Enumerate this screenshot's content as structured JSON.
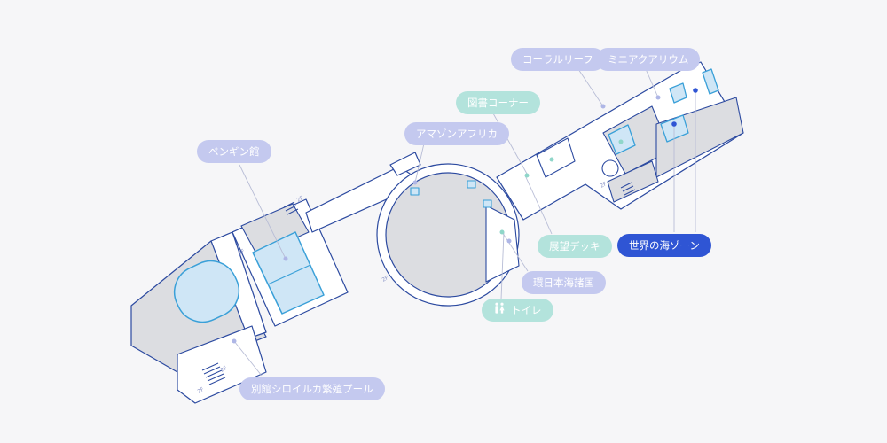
{
  "map": {
    "floor_marker": "2F",
    "colors": {
      "wall": "#2c4aa0",
      "hall_fill": "#ffffff",
      "exhibit_fill": "#dcdde1",
      "tank_fill": "#cfe6f6",
      "tank_stroke": "#3aa0d8",
      "leader": "#b8bdd6",
      "exhibit_dot": "#aeb6e6",
      "facility_dot": "#8fd6c9",
      "active_dot": "#2f55d4",
      "label_exhibit": "#c4c9ef",
      "label_facility": "#b3e3dc",
      "label_active": "#2f55d4"
    }
  },
  "labels": {
    "coral_reef": "コーラルリーフ",
    "mini_aquarium": "ミニアクアリウム",
    "library_corner": "図書コーナー",
    "amazon_africa": "アマゾンアフリカ",
    "penguin_hall": "ペンギン館",
    "observation_deck": "展望デッキ",
    "world_ocean_zone": "世界の海ゾーン",
    "sea_of_japan_countries": "環日本海諸国",
    "toilet": "トイレ",
    "annex_beluga": "別館シロイルカ繁殖プール"
  },
  "icons": {
    "toilet": "toilet-icon"
  }
}
